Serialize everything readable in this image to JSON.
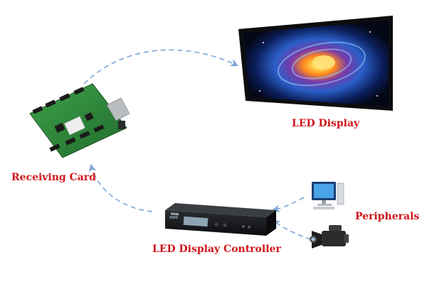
{
  "labels": {
    "led_display": "LED Display",
    "receiving_card": "Receiving Card",
    "peripherals": "Peripherals",
    "controller": "LED Display Controller"
  },
  "colors": {
    "label_red": "#d0161a",
    "arrow_blue": "#7ea6d8",
    "pcb_green": "#2f8a3c",
    "controller_dark": "#17191c"
  },
  "icons": {
    "display": "led-display-icon",
    "card": "receiving-card-icon",
    "controller": "controller-box-icon",
    "computer": "desktop-computer-icon",
    "camera": "video-camera-icon"
  }
}
